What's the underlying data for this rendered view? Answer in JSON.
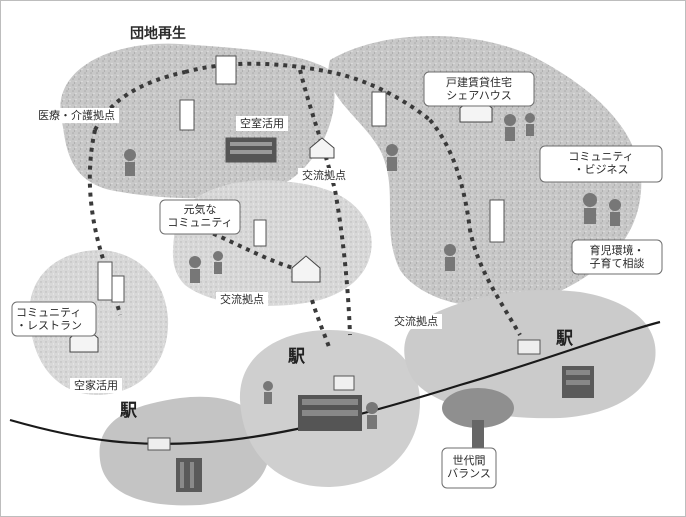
{
  "diagram": {
    "labels": {
      "danchi_saisei": "団地再生",
      "iryo_kaigo": "医療・介護拠点",
      "akiya_katsuyo_top": "空室活用",
      "koryu_kyoten_center": "交流拠点",
      "genki_na_community_line1": "元気な",
      "genki_na_community_line2": "コミュニティ",
      "koryu_kyoten_mid": "交流拠点",
      "koryu_kyoten_right": "交流拠点",
      "community_restaurant_line1": "コミュニティ",
      "community_restaurant_line2": "・レストラン",
      "akiya_katsuyo_bottom": "空家活用",
      "koda_chintai_line1": "戸建賃貸住宅",
      "koda_chintai_line2": "シェアハウス",
      "community_business_line1": "コミュニティ",
      "community_business_line2": "・ビジネス",
      "ikuji_line1": "育児環境・",
      "ikuji_line2": "子育て相談",
      "sedaikan_line1": "世代間",
      "sedaikan_line2": "バランス"
    },
    "stations": {
      "left": "駅",
      "center": "駅",
      "right": "駅"
    },
    "colors": {
      "area_fill": "#c9c9c9",
      "area_fill_dark": "#b3b3b3",
      "area_fill_light": "#dedede",
      "path_dot": "#3a3a3a",
      "rail": "#1a1a1a",
      "building": "#5a5a5a"
    }
  }
}
